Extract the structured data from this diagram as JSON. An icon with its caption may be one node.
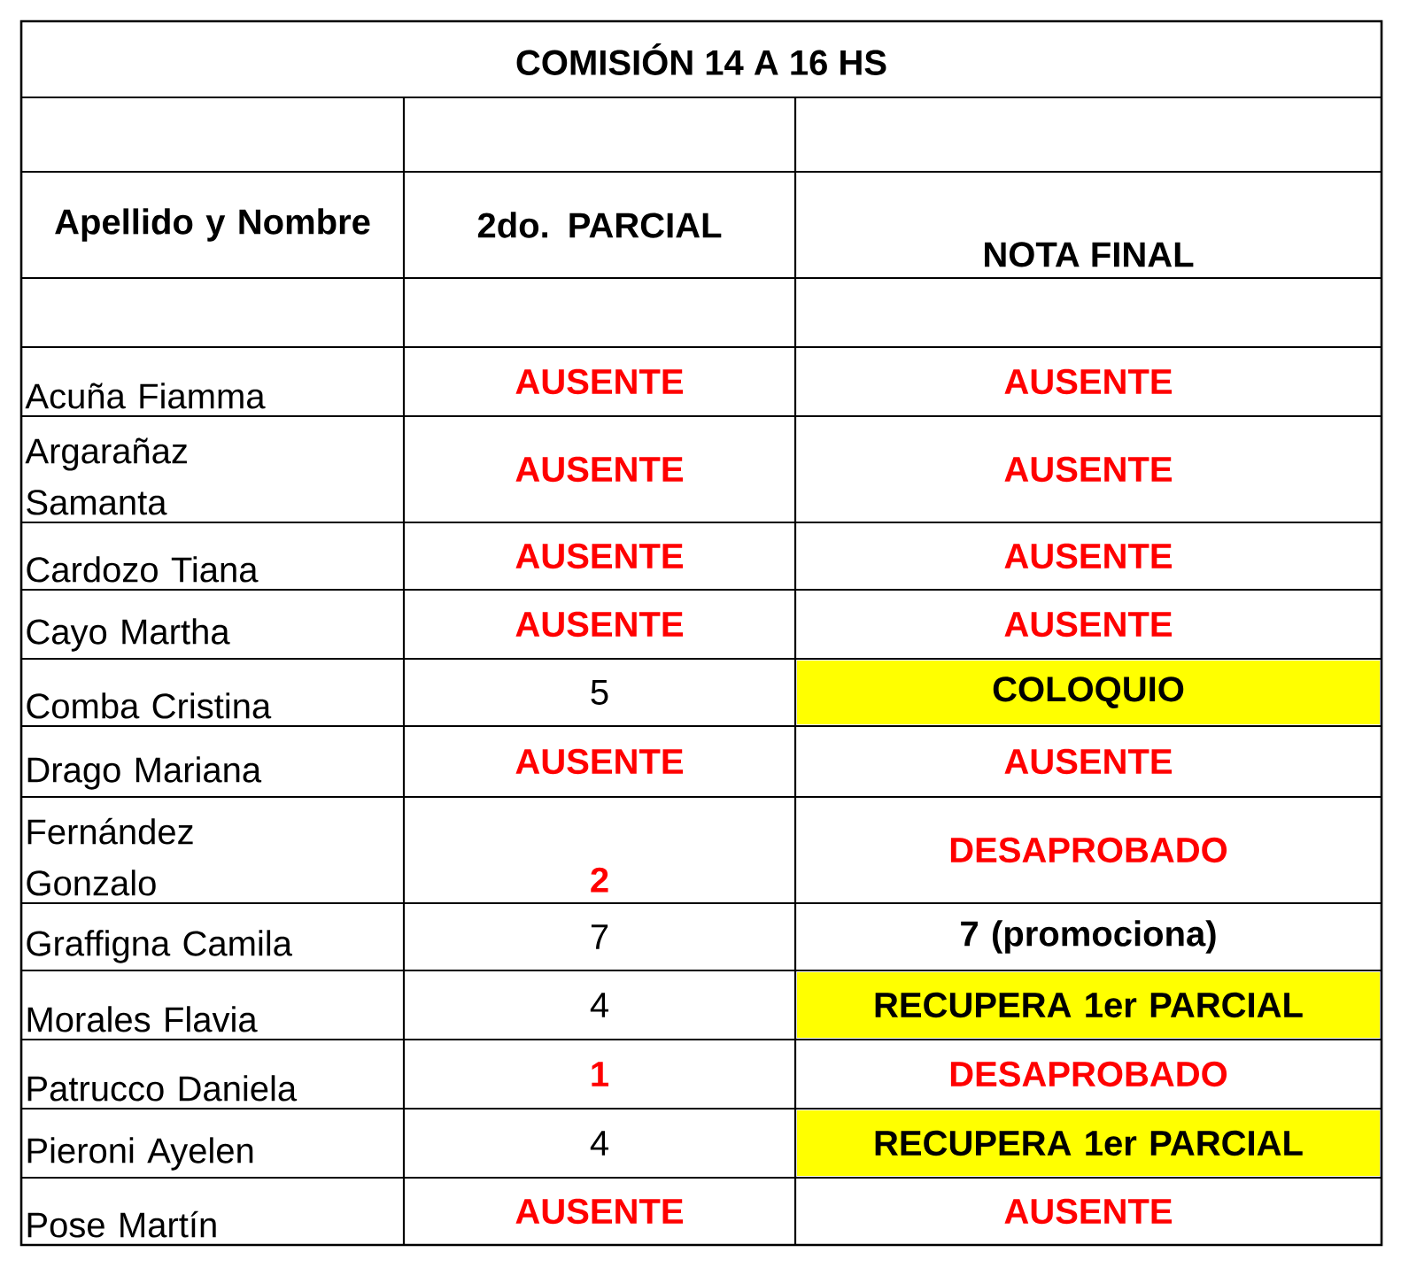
{
  "diagram": {
    "title": "COMISIÓN 14 A 16 HS",
    "labels": [
      "Apellido y Nombre",
      "2do. PARCIAL",
      "NOTA FINAL",
      "Acuña Fiamma",
      "AUSENTE",
      "AUSENTE",
      "Argarañaz Samanta",
      "AUSENTE",
      "AUSENTE",
      "Cardozo Tiana",
      "AUSENTE",
      "AUSENTE",
      "Cayo Martha",
      "AUSENTE",
      "AUSENTE",
      "Comba Cristina",
      "5",
      "COLOQUIO",
      "Drago Mariana",
      "AUSENTE",
      "AUSENTE",
      "Fernández Gonzalo",
      "2",
      "DESAPROBADO",
      "Graffigna Camila",
      "7",
      "7 (promociona)",
      "Morales Flavia",
      "4",
      "RECUPERA 1er PARCIAL",
      "Patrucco Daniela",
      "1",
      "DESAPROBADO",
      "Pieroni Ayelen",
      "4",
      "RECUPERA 1er PARCIAL",
      "Pose Martín",
      "AUSENTE",
      "AUSENTE"
    ]
  }
}
